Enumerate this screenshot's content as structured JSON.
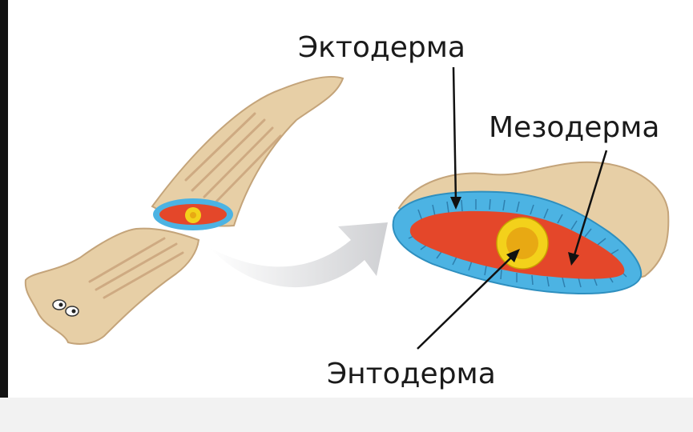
{
  "labels": {
    "ectoderm": "Эктодерма",
    "mesoderm": "Мезодерма",
    "endoderm": "Энтодерма"
  },
  "colors": {
    "body": "#e7cfa6",
    "body_outline": "#c4a47a",
    "ectoderm": "#4cb3e3",
    "mesoderm": "#e4472a",
    "endoderm": "#f3d11b",
    "gut": "#e8a913",
    "arrow": "#d9dadc",
    "text": "#1a1a1a"
  }
}
